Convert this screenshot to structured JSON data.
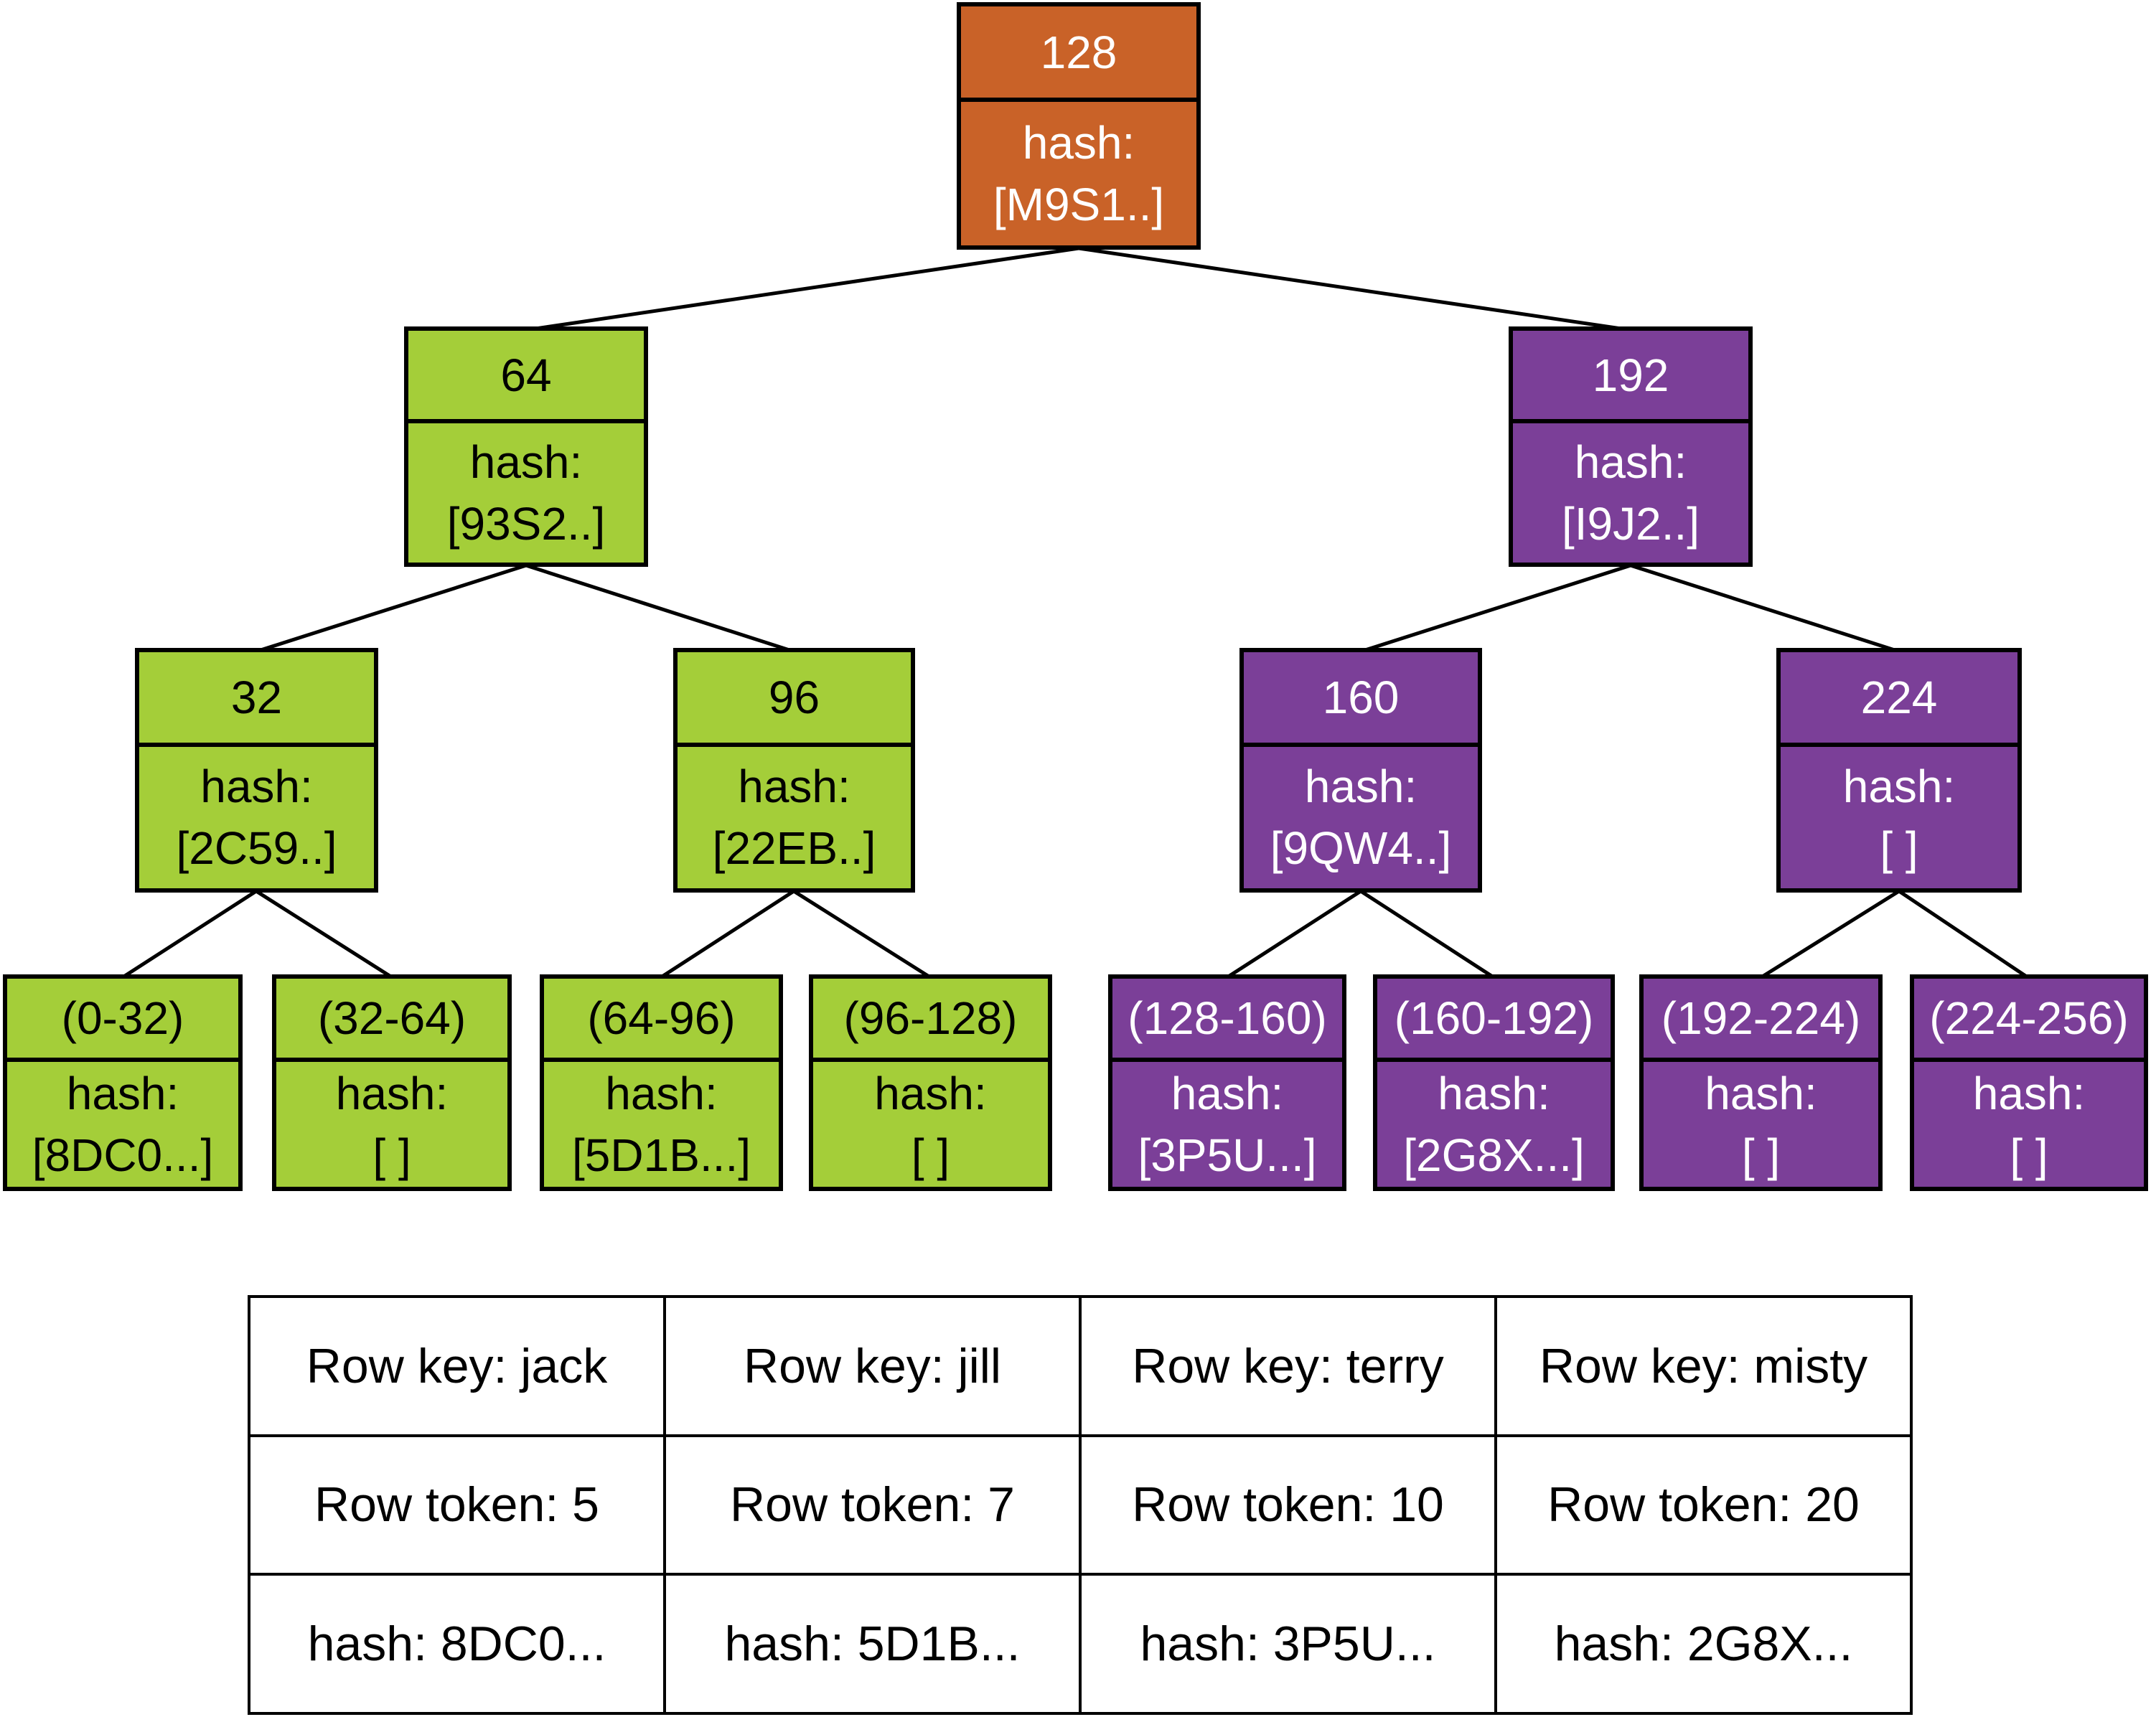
{
  "diagram_type": "merkle-tree",
  "colors": {
    "root_orange": "#c96228",
    "left_subtree_green": "#a4ce39",
    "right_subtree_purple": "#7b3f98",
    "line_black": "#000000",
    "table_background": "#ffffff"
  },
  "tree": {
    "hash_label": "hash:",
    "nodes": [
      {
        "id": "root-128",
        "label": "128",
        "hash_value": "[M9S1..]"
      },
      {
        "id": "node-64",
        "label": "64",
        "hash_value": "[93S2..]"
      },
      {
        "id": "node-192",
        "label": "192",
        "hash_value": "[I9J2..]"
      },
      {
        "id": "node-32",
        "label": "32",
        "hash_value": "[2C59..]"
      },
      {
        "id": "node-96",
        "label": "96",
        "hash_value": "[22EB..]"
      },
      {
        "id": "node-160",
        "label": "160",
        "hash_value": "[9QW4..]"
      },
      {
        "id": "node-224",
        "label": "224",
        "hash_value": "[ ]"
      },
      {
        "id": "leaf-0-32",
        "label": "(0-32)",
        "hash_value": "[8DC0...]"
      },
      {
        "id": "leaf-32-64",
        "label": "(32-64)",
        "hash_value": "[ ]"
      },
      {
        "id": "leaf-64-96",
        "label": "(64-96)",
        "hash_value": "[5D1B...]"
      },
      {
        "id": "leaf-96-128",
        "label": "(96-128)",
        "hash_value": "[ ]"
      },
      {
        "id": "leaf-128-160",
        "label": "(128-160)",
        "hash_value": "[3P5U...]"
      },
      {
        "id": "leaf-160-192",
        "label": "(160-192)",
        "hash_value": "[2G8X...]"
      },
      {
        "id": "leaf-192-224",
        "label": "(192-224)",
        "hash_value": "[ ]"
      },
      {
        "id": "leaf-224-256",
        "label": "(224-256)",
        "hash_value": "[ ]"
      }
    ],
    "edges": [
      {
        "from": "root-128",
        "to": "node-64"
      },
      {
        "from": "root-128",
        "to": "node-192"
      },
      {
        "from": "node-64",
        "to": "node-32"
      },
      {
        "from": "node-64",
        "to": "node-96"
      },
      {
        "from": "node-192",
        "to": "node-160"
      },
      {
        "from": "node-192",
        "to": "node-224"
      },
      {
        "from": "node-32",
        "to": "leaf-0-32"
      },
      {
        "from": "node-32",
        "to": "leaf-32-64"
      },
      {
        "from": "node-96",
        "to": "leaf-64-96"
      },
      {
        "from": "node-96",
        "to": "leaf-96-128"
      },
      {
        "from": "node-160",
        "to": "leaf-128-160"
      },
      {
        "from": "node-160",
        "to": "leaf-160-192"
      },
      {
        "from": "node-224",
        "to": "leaf-192-224"
      },
      {
        "from": "node-224",
        "to": "leaf-224-256"
      }
    ]
  },
  "table": {
    "rows": [
      [
        "Row key: jack",
        "Row key: jill",
        "Row key: terry",
        "Row key: misty"
      ],
      [
        "Row token: 5",
        "Row token: 7",
        "Row token: 10",
        "Row token: 20"
      ],
      [
        "hash: 8DC0...",
        "hash: 5D1B...",
        "hash: 3P5U...",
        "hash: 2G8X..."
      ]
    ]
  }
}
